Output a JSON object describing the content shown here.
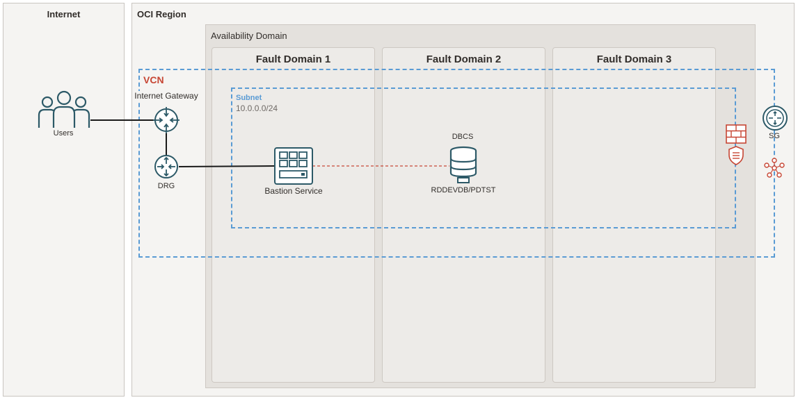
{
  "internet": {
    "title": "Internet"
  },
  "region": {
    "title": "OCI Region"
  },
  "availability_domain": {
    "title": "Availability Domain"
  },
  "fault_domains": [
    {
      "title": "Fault Domain 1"
    },
    {
      "title": "Fault Domain 2"
    },
    {
      "title": "Fault Domain 3"
    }
  ],
  "vcn": {
    "title": "VCN"
  },
  "subnet": {
    "title": "Subnet",
    "cidr": "10.0.0.0/24"
  },
  "nodes": {
    "users": "Users",
    "internet_gateway": "Internet Gateway",
    "drg": "DRG",
    "bastion": "Bastion Service",
    "dbcs": "DBCS",
    "db_name": "RDDEVDB/PDTST",
    "sg": "SG"
  },
  "colors": {
    "vcn_title": "#c74634",
    "dashed": "#5a9bd4",
    "icon": "#2c5967",
    "security": "#c74634"
  },
  "icons": [
    "users-icon",
    "internet-gateway-icon",
    "drg-icon",
    "bastion-icon",
    "database-icon",
    "service-gateway-icon",
    "firewall-icon",
    "security-shield-icon",
    "network-mesh-icon"
  ]
}
